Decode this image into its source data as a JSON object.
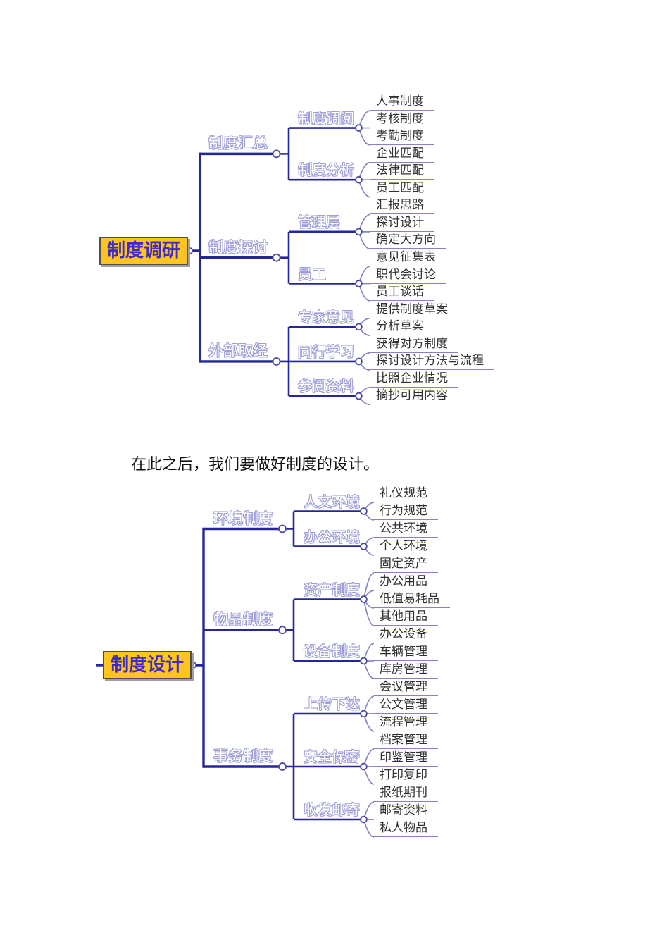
{
  "caption": {
    "text": "在此之后，我们要做好制度的设计。"
  },
  "colors": {
    "page_bg": "#FFFFFF",
    "root_fill": "#FFC41E",
    "root_text": "#3D2BC8",
    "line_navy": "#26269B",
    "line_purple": "#8383C6",
    "ghost_outline": "#9E9EDA",
    "leaf_text": "#303030",
    "dot_ring": "#4848A6",
    "caption_color": "#101010"
  },
  "mindmaps": [
    {
      "id": "research",
      "root": "制度调研",
      "branches": [
        {
          "label": "制度汇总",
          "children": [
            {
              "label": "制度调阅",
              "leaves": [
                "人事制度",
                "考核制度",
                "考勤制度"
              ]
            },
            {
              "label": "制度分析",
              "leaves": [
                "企业匹配",
                "法律匹配",
                "员工匹配"
              ]
            }
          ]
        },
        {
          "label": "制度探讨",
          "children": [
            {
              "label": "管理层",
              "leaves": [
                "汇报思路",
                "探讨设计",
                "确定大方向"
              ]
            },
            {
              "label": "员工",
              "leaves": [
                "意见征集表",
                "职代会讨论",
                "员工谈话"
              ]
            }
          ]
        },
        {
          "label": "外部取经",
          "children": [
            {
              "label": "专家意见",
              "leaves": [
                "提供制度草案",
                "分析草案"
              ]
            },
            {
              "label": "同行学习",
              "leaves": [
                "获得对方制度",
                "探讨设计方法与流程"
              ]
            },
            {
              "label": "参阅资料",
              "leaves": [
                "比照企业情况",
                "摘抄可用内容"
              ]
            }
          ]
        }
      ]
    },
    {
      "id": "design",
      "root": "制度设计",
      "branches": [
        {
          "label": "环境制度",
          "children": [
            {
              "label": "人文环境",
              "leaves": [
                "礼仪规范",
                "行为规范"
              ]
            },
            {
              "label": "办公环境",
              "leaves": [
                "公共环境",
                "个人环境"
              ]
            }
          ]
        },
        {
          "label": "物品制度",
          "children": [
            {
              "label": "资产制度",
              "leaves": [
                "固定资产",
                "办公用品",
                "低值易耗品",
                "其他用品"
              ]
            },
            {
              "label": "设备制度",
              "leaves": [
                "办公设备",
                "车辆管理",
                "库房管理"
              ]
            }
          ]
        },
        {
          "label": "事务制度",
          "children": [
            {
              "label": "上传下达",
              "leaves": [
                "会议管理",
                "公文管理",
                "流程管理"
              ]
            },
            {
              "label": "安全保密",
              "leaves": [
                "档案管理",
                "印鉴管理",
                "打印复印"
              ]
            },
            {
              "label": "收发邮寄",
              "leaves": [
                "报纸期刊",
                "邮寄资料",
                "私人物品"
              ]
            }
          ]
        }
      ]
    }
  ]
}
